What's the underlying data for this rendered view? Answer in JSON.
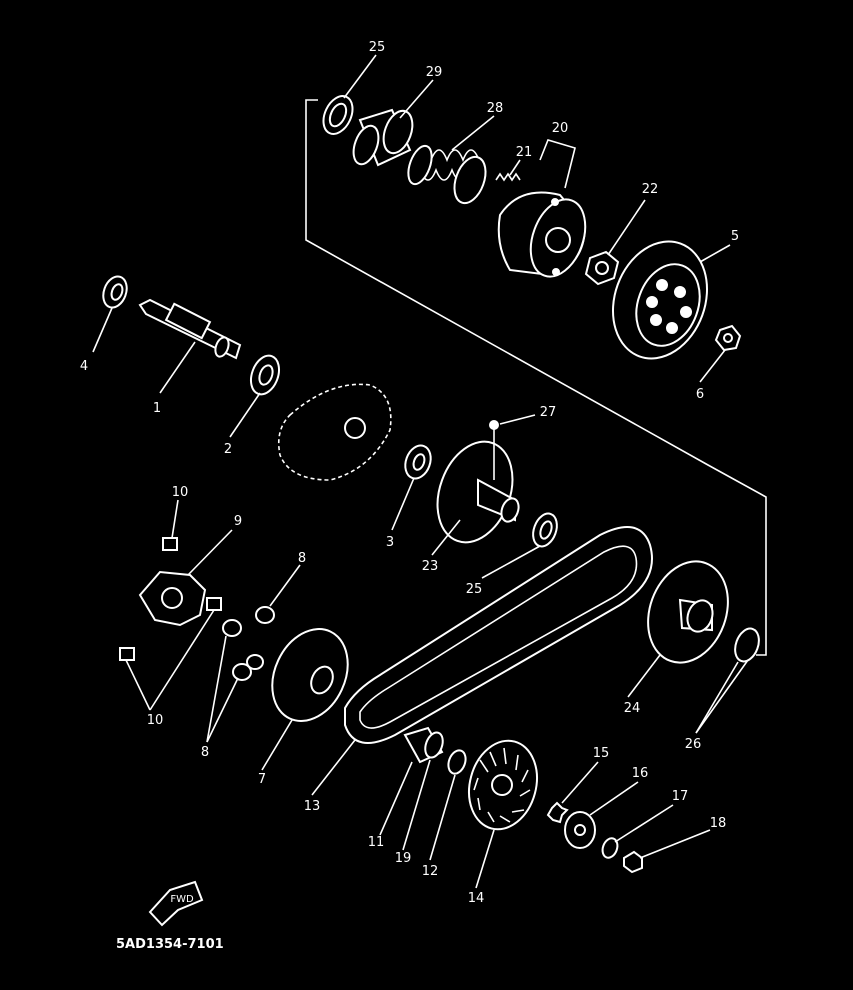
{
  "diagram": {
    "code": "5AD1354-7101",
    "fwd_label": "FWD",
    "labels": {
      "l1": "1",
      "l2": "2",
      "l3": "3",
      "l4": "4",
      "l5": "5",
      "l6": "6",
      "l7": "7",
      "l8a": "8",
      "l8b": "8",
      "l9": "9",
      "l10a": "10",
      "l10b": "10",
      "l11": "11",
      "l12": "12",
      "l13": "13",
      "l14": "14",
      "l15": "15",
      "l16": "16",
      "l17": "17",
      "l18": "18",
      "l19": "19",
      "l20": "20",
      "l21": "21",
      "l22": "22",
      "l23": "23",
      "l24": "24",
      "l25a": "25",
      "l25b": "25",
      "l26": "26",
      "l27": "27",
      "l28": "28",
      "l29": "29"
    }
  }
}
